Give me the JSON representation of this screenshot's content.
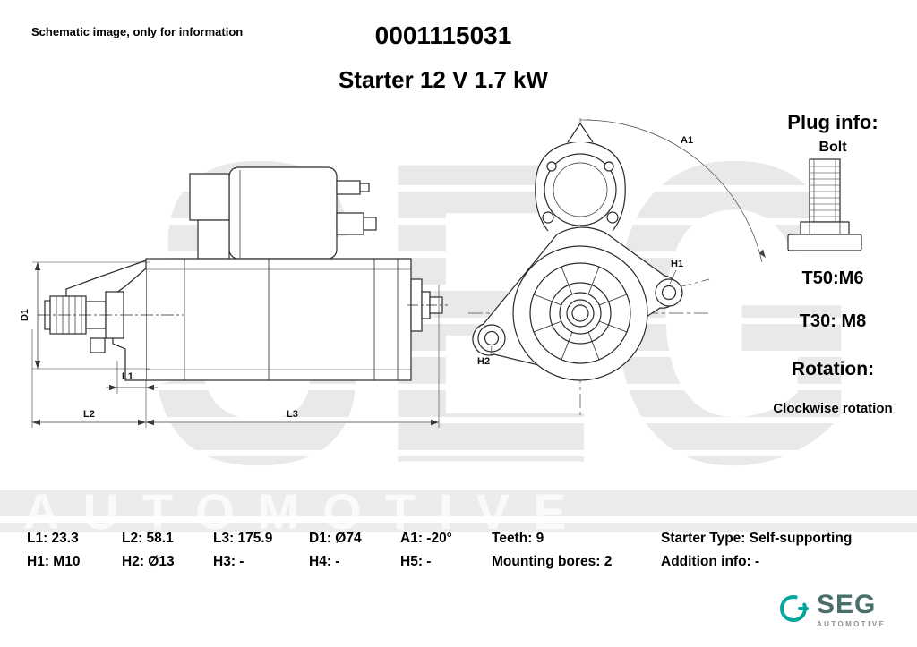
{
  "header": {
    "note": "Schematic image, only for information",
    "part_number": "0001115031",
    "title": "Starter 12 V 1.7 kW"
  },
  "plug_info": {
    "heading": "Plug info:",
    "plug_type": "Bolt",
    "t50": "T50:M6",
    "t30": "T30: M8",
    "rotation_heading": "Rotation:",
    "rotation_value": "Clockwise rotation"
  },
  "drawing": {
    "labels": {
      "d1": "D1",
      "l1": "L1",
      "l2": "L2",
      "l3": "L3",
      "a1": "A1",
      "h1": "H1",
      "h2": "H2"
    }
  },
  "specs": {
    "rows": [
      [
        "L1: 23.3",
        "L2: 58.1",
        "L3: 175.9",
        "D1: Ø74",
        "A1: -20°",
        "Teeth: 9",
        "Starter Type:  Self-supporting"
      ],
      [
        "H1: M10",
        "H2: Ø13",
        "H3: -",
        "H4: -",
        "H5: -",
        "Mounting bores: 2",
        "Addition info: -"
      ]
    ]
  },
  "watermark": {
    "seg": "SEG",
    "automotive": "AUTOMOTIVE"
  },
  "logo": {
    "name": "SEG",
    "sub": "AUTOMOTIVE"
  },
  "colors": {
    "logo_teal": "#00a59b",
    "logo_text_gray": "#4a6f6b",
    "line_color": "#2a2a2a",
    "watermark_gray": "#e9e9e9"
  }
}
